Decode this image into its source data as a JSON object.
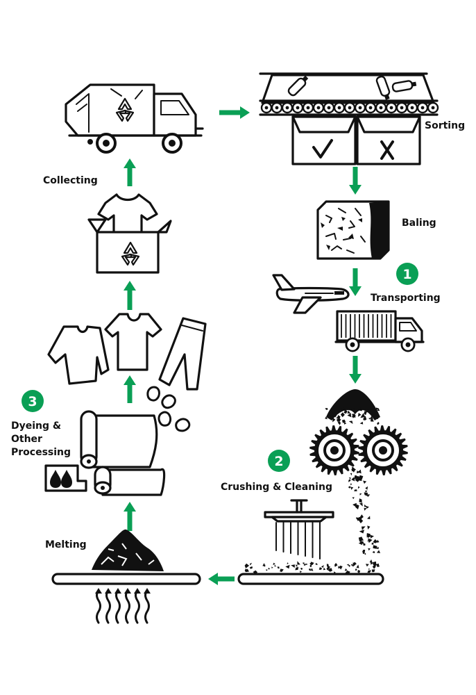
{
  "steps": {
    "collecting": "Collecting",
    "sorting": "Sorting",
    "baling": "Baling",
    "transporting": "Transporting",
    "crushing": "Crushing & Cleaning",
    "melting": "Melting",
    "dyeing_line1": "Dyeing &",
    "dyeing_line2": "Other",
    "dyeing_line3": "Processing"
  },
  "badges": {
    "one": "1",
    "two": "2",
    "three": "3"
  },
  "colors": {
    "accent": "#0a9f55",
    "ink": "#111111"
  },
  "icons": {
    "garbage_truck": "garbage-truck-icon",
    "conveyor": "conveyor-belt-icon",
    "bale": "plastic-bale-icon",
    "airplane": "airplane-icon",
    "truck": "cargo-truck-icon",
    "crusher": "crusher-icon",
    "shower": "cleaning-shower-icon",
    "melt_belt": "melting-belt-icon",
    "heat": "heat-icon",
    "fabric": "fabric-roll-icon",
    "dye": "dye-drops-icon",
    "pellets": "pellets-icon",
    "clothes": "clothes-icon",
    "recycle_box": "recycle-box-icon"
  }
}
